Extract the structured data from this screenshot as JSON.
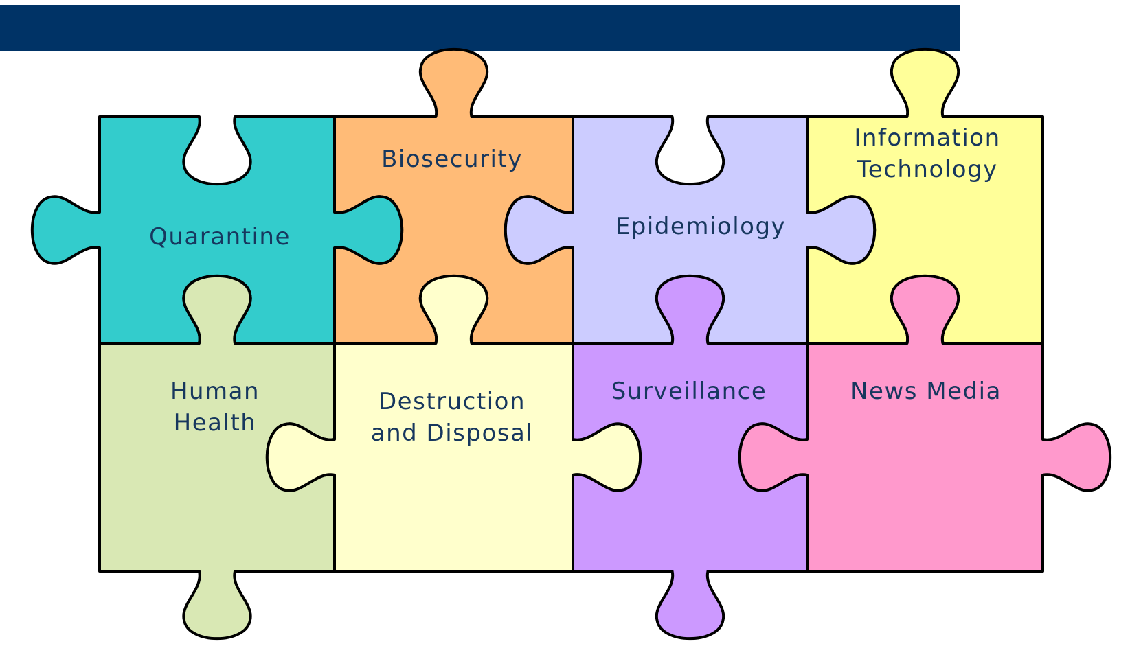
{
  "header_bar": {
    "color": "#003366"
  },
  "pieces": [
    {
      "label": "Quarantine",
      "color": "#33cccc"
    },
    {
      "label": "Biosecurity",
      "color": "#ffbb77"
    },
    {
      "label": "Epidemiology",
      "color": "#ccccff"
    },
    {
      "label": "Information\nTechnology",
      "color": "#ffff99"
    },
    {
      "label": "Human\nHealth",
      "color": "#d9e8b4"
    },
    {
      "label": "Destruction\nand Disposal",
      "color": "#ffffcc"
    },
    {
      "label": "Surveillance",
      "color": "#cc99ff"
    },
    {
      "label": "News Media",
      "color": "#ff99cc"
    }
  ],
  "style": {
    "outline_color": "#000000",
    "label_color": "#17375e"
  }
}
